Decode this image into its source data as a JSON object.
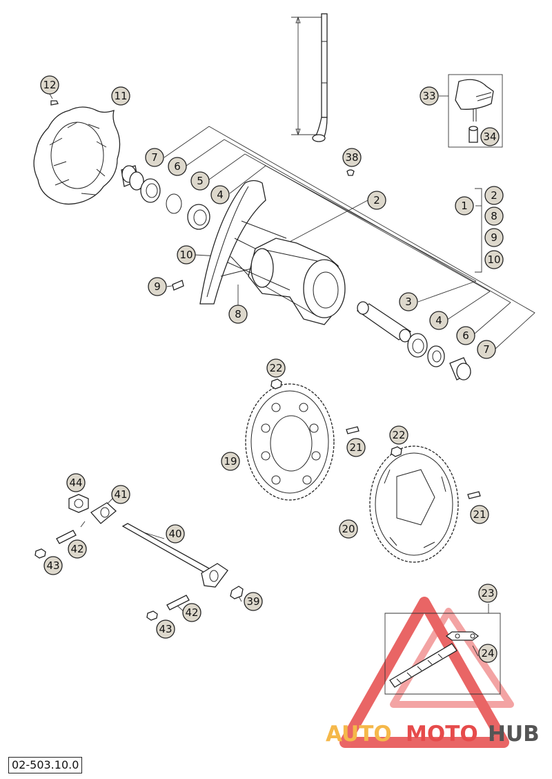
{
  "document_ref": "02-503.10.0",
  "watermark": {
    "brand_a": "AUTO",
    "brand_b": "MOTO",
    "brand_c": "HUB",
    "color_a": "#f5b84a",
    "color_b": "#e64b4b",
    "color_c": "#555555"
  },
  "callouts": {
    "c12": "12",
    "c11": "11",
    "c7a": "7",
    "c6a": "6",
    "c5": "5",
    "c4a": "4",
    "c38": "38",
    "c33": "33",
    "c34": "34",
    "c2a": "2",
    "c1": "1",
    "c2b": "2",
    "c8b": "8",
    "c9b": "9",
    "c10b": "10",
    "c10": "10",
    "c9": "9",
    "c8": "8",
    "c3": "3",
    "c4b": "4",
    "c6b": "6",
    "c7b": "7",
    "c22a": "22",
    "c21a": "21",
    "c19": "19",
    "c22b": "22",
    "c20": "20",
    "c21b": "21",
    "c44": "44",
    "c41": "41",
    "c40": "40",
    "c42a": "42",
    "c43a": "43",
    "c42b": "42",
    "c39": "39",
    "c43b": "43",
    "c23": "23",
    "c24": "24"
  }
}
